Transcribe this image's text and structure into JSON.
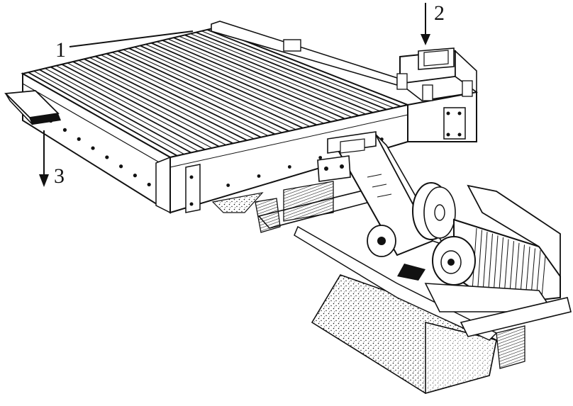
{
  "labels": {
    "callout_1": "1",
    "callout_2": "2",
    "callout_3": "3"
  },
  "colors": {
    "ink": "#111111",
    "paper": "#ffffff"
  }
}
